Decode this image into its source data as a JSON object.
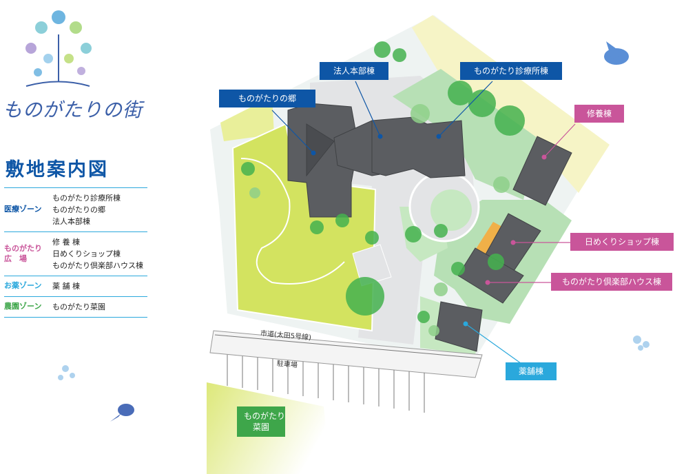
{
  "logo": {
    "text": "ものがたりの街"
  },
  "page_title": "敷地案内図",
  "legend": [
    {
      "zone": "医療ゾーン",
      "color": "#0e56a6",
      "items": [
        "ものがたり診療所棟",
        "ものがたりの郷",
        "法人本部棟"
      ]
    },
    {
      "zone": "ものがたり\n広　場",
      "color": "#c9559a",
      "items": [
        "修 養 棟",
        "日めくりショップ棟",
        "ものがたり倶楽部ハウス棟"
      ]
    },
    {
      "zone": "お薬ゾーン",
      "color": "#2aa8dc",
      "items": [
        "薬 舗 棟"
      ]
    },
    {
      "zone": "農園ゾーン",
      "color": "#3ea64a",
      "items": [
        "ものがたり菜園"
      ]
    }
  ],
  "map_labels": {
    "sato": "ものがたりの郷",
    "honbu": "法人本部棟",
    "clinic": "ものがたり診療所棟",
    "shuyo": "修養棟",
    "shop": "日めくりショップ棟",
    "club": "ものがたり倶楽部ハウス棟",
    "yakuho": "薬舗棟",
    "saien_line1": "ものがたり",
    "saien_line2": "菜園",
    "road": "市道(太田5号線)",
    "parking": "駐車場"
  },
  "colors": {
    "medical": "#0e56a6",
    "plaza": "#c9559a",
    "medicine": "#2aa8dc",
    "farm": "#3ea64a",
    "building": "#5b5d61",
    "lawn": "#d3e360",
    "garden": "#b7e0b5",
    "path": "#e4e5e6"
  }
}
